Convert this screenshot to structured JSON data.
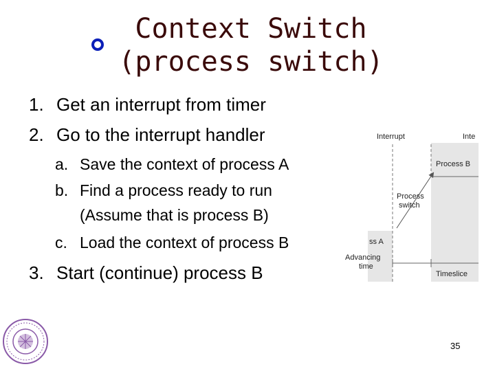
{
  "slide": {
    "title_line1": "Context Switch",
    "title_line2": "(process switch)",
    "steps": [
      {
        "num": "1.",
        "text": "Get an interrupt from timer"
      },
      {
        "num": "2.",
        "text": "Go to the interrupt handler"
      },
      {
        "num": "3.",
        "text": "Start (continue) process B"
      }
    ],
    "substeps": [
      {
        "num": "a.",
        "text": "Save the context of process A"
      },
      {
        "num": "b.",
        "text": "Find a process ready to run"
      },
      {
        "num": "",
        "text": "(Assume that is process B)"
      },
      {
        "num": "c.",
        "text": "Load the context of process B"
      }
    ],
    "page_number": "35"
  },
  "diagram": {
    "interrupt_left": "Interrupt",
    "interrupt_right": "Inte",
    "process_b": "Process B",
    "process_switch_1": "Process",
    "process_switch_2": "switch",
    "process_a": "ss A",
    "advancing_1": "Advancing",
    "advancing_2": "time",
    "timeslice": "Timeslice"
  },
  "colors": {
    "bullet": "#0b1fb8",
    "title": "#3a0a0a",
    "diagram_box": "#e6e6e6",
    "seal": "#8a5aa8"
  },
  "icons": [
    "ring-bullet-icon",
    "university-seal-icon"
  ]
}
